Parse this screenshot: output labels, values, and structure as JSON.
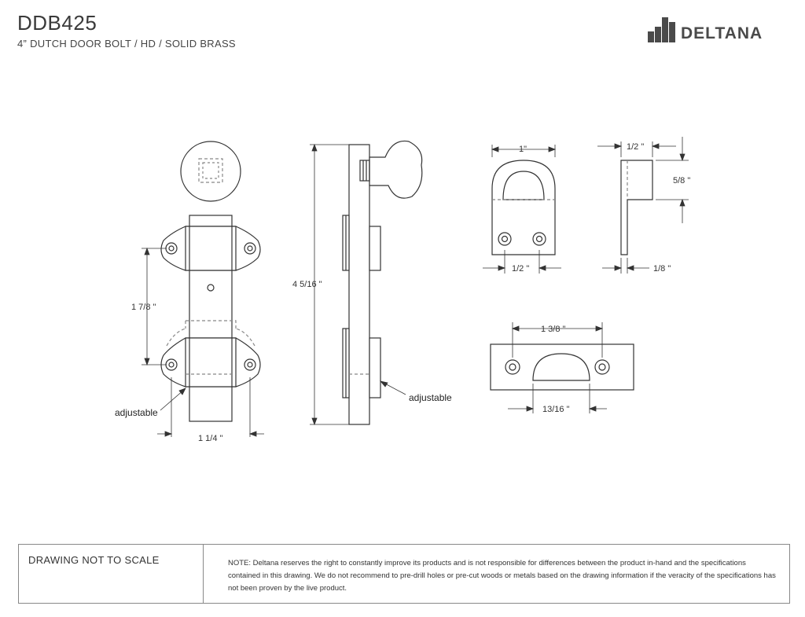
{
  "header": {
    "title": "DDB425",
    "subtitle": "4” DUTCH DOOR BOLT / HD / SOLID BRASS"
  },
  "logo": {
    "text": "DELTANA",
    "icon": "bar-blocks-icon",
    "color": "#4a4a4a"
  },
  "front_view": {
    "dim_vertical": "1 7/8 \"",
    "dim_horizontal": "1 1/4 \"",
    "note": "adjustable"
  },
  "side_view": {
    "dim_height": "4  5/16 \"",
    "note": "adjustable"
  },
  "keeper_front": {
    "dim_top": "1\"",
    "dim_bottom": "1/2 \""
  },
  "keeper_side": {
    "dim_top": "1/2 \"",
    "dim_right": "5/8 \"",
    "dim_bottom": "1/8 \""
  },
  "strike_plate": {
    "dim_top": "1 3/8 \"",
    "dim_bottom": "13/16 \""
  },
  "footer": {
    "scale_note": "DRAWING NOT TO SCALE",
    "disclaimer": "NOTE: Deltana reserves the right to constantly improve its products and is not responsible for differences between the product in-hand and the specifications contained in this drawing. We do not recommend to pre-drill holes or pre-cut woods or metals based on the drawing information if the veracity of the specifications has not been proven by the live product."
  },
  "colors": {
    "line": "#333333",
    "part_fill": "#ffffff",
    "hidden_line": "#777777"
  }
}
